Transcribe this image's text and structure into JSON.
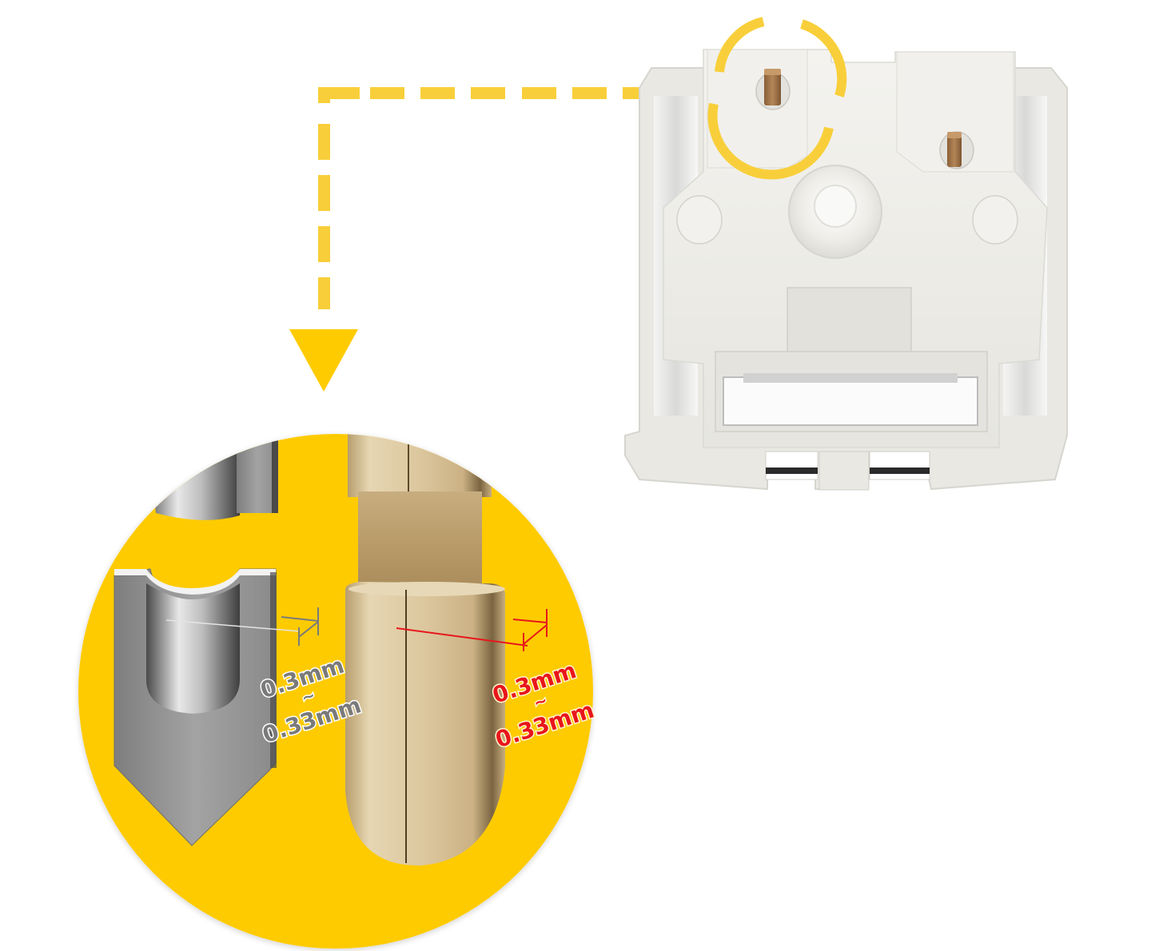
{
  "illustration": {
    "subject": "mechanical-keyboard-switch-pin-detail",
    "colors": {
      "callout_yellow": "#FECB00",
      "dash_yellow": "#F8CF3A",
      "switch_housing": "#EEEDE8",
      "switch_housing_shadow": "#D9D8D2",
      "pin_copper": "#A87B4F",
      "gold_pin": "#D9C59B",
      "steel_gray": "#8E8E8E",
      "measure_red": "#E8161B",
      "measure_gray": "#7A7A7A"
    }
  },
  "callout": {
    "left_measurement": {
      "value_min": "0.3mm",
      "separator": "~",
      "value_max": "0.33mm",
      "color": "gray"
    },
    "right_measurement": {
      "value_min": "0.3mm",
      "separator": "~",
      "value_max": "0.33mm",
      "color": "red"
    }
  }
}
